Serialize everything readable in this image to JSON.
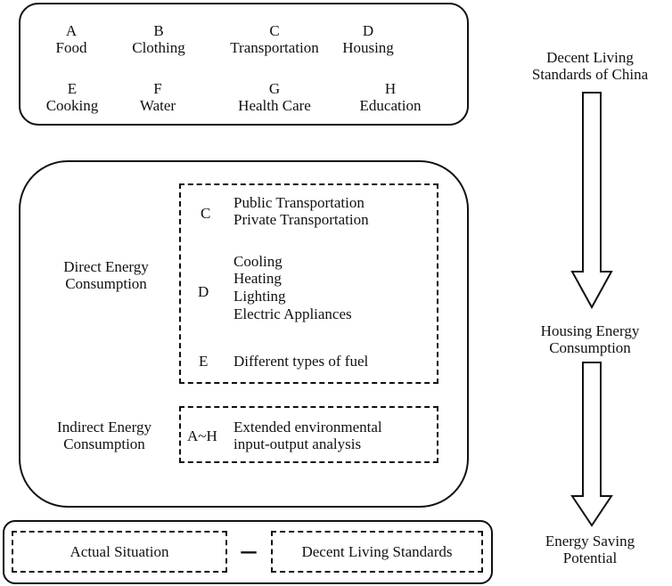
{
  "categories": [
    {
      "letter": "A",
      "name": "Food"
    },
    {
      "letter": "B",
      "name": "Clothing"
    },
    {
      "letter": "C",
      "name": "Transportation"
    },
    {
      "letter": "D",
      "name": "Housing"
    },
    {
      "letter": "E",
      "name": "Cooking"
    },
    {
      "letter": "F",
      "name": "Water"
    },
    {
      "letter": "G",
      "name": "Health Care"
    },
    {
      "letter": "H",
      "name": "Education"
    }
  ],
  "direct": {
    "label_line1": "Direct Energy",
    "label_line2": "Consumption",
    "c_letter": "C",
    "c_items": [
      "Public Transportation",
      "Private Transportation"
    ],
    "d_letter": "D",
    "d_items": [
      "Cooling",
      "Heating",
      "Lighting",
      "Electric Appliances"
    ],
    "e_letter": "E",
    "e_items": [
      "Different types of fuel"
    ]
  },
  "indirect": {
    "label_line1": "Indirect Energy",
    "label_line2": "Consumption",
    "letter": "A~H",
    "line1": "Extended environmental",
    "line2": "input-output analysis"
  },
  "bottom": {
    "actual": "Actual Situation",
    "minus": "–",
    "decent": "Decent Living Standards"
  },
  "flow": [
    {
      "line1": "Decent Living",
      "line2": "Standards of China"
    },
    {
      "line1": "Housing Energy",
      "line2": "Consumption"
    },
    {
      "line1": "Energy Saving",
      "line2": "Potential"
    }
  ]
}
